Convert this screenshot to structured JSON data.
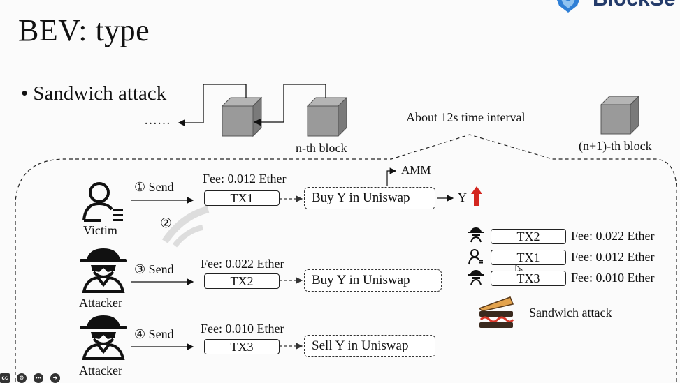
{
  "logo": {
    "text": "BlockSe",
    "icon": "shield-logo-icon"
  },
  "slide": {
    "title": "BEV: type",
    "bullet": "• Sandwich attack"
  },
  "chain": {
    "ellipsis": "……",
    "nth_block_label": "n-th block",
    "interval_label": "About 12s time interval",
    "next_block_label": "(n+1)-th block"
  },
  "flow": {
    "victim": {
      "label": "Victim",
      "step": "①  Send",
      "fee": "Fee: 0.012 Ether",
      "tx": "TX1",
      "action": "Buy Y in Uniswap",
      "amm": "AMM",
      "result": "Y"
    },
    "step2": "②",
    "attacker_front": {
      "label": "Attacker",
      "step": "③  Send",
      "fee": "Fee: 0.022 Ether",
      "tx": "TX2",
      "action": "Buy Y in Uniswap"
    },
    "attacker_back": {
      "label": "Attacker",
      "step": "④  Send",
      "fee": "Fee: 0.010 Ether",
      "tx": "TX3",
      "action": "Sell Y in Uniswap"
    }
  },
  "ordered_block": {
    "rows": [
      {
        "icon": "attacker-icon",
        "tx": "TX2",
        "fee": "Fee: 0.022 Ether"
      },
      {
        "icon": "victim-icon",
        "tx": "TX1",
        "fee": "Fee: 0.012 Ether"
      },
      {
        "icon": "attacker-icon",
        "tx": "TX3",
        "fee": "Fee: 0.010 Ether"
      }
    ],
    "sandwich_label": "Sandwich attack"
  },
  "player_controls": [
    "cc",
    "settings",
    "more",
    "next"
  ]
}
